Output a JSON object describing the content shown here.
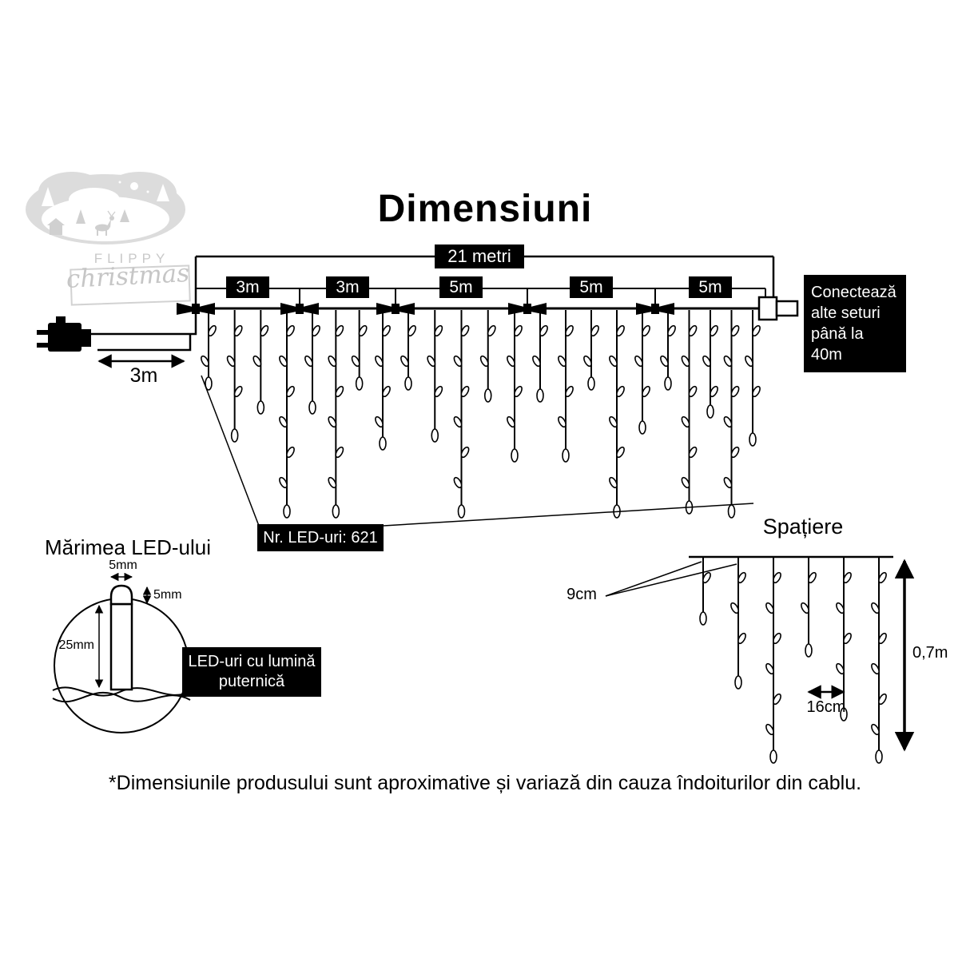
{
  "title": "Dimensiuni",
  "logo": {
    "line1": "FLIPPY",
    "line2": "christmas"
  },
  "diagram": {
    "total_length": "21 metri",
    "segments": [
      "3m",
      "3m",
      "5m",
      "5m",
      "5m"
    ],
    "lead_length": "3m",
    "connect_box": "Conectează\nalte seturi\npână la 40m",
    "led_count": "Nr. LED-uri: 621"
  },
  "led_size": {
    "heading": "Mărimea LED-ului",
    "width_label": "5mm",
    "cap_label": "5mm",
    "body_label": "25mm",
    "box_text": "LED-uri cu lumină\nputernică"
  },
  "spacing": {
    "heading": "Spațiere",
    "drop_spacing": "9cm",
    "led_spacing": "16cm",
    "drop_height": "0,7m"
  },
  "footnote": "*Dimensiunile produsului sunt aproximative și variază din cauza îndoiturilor din cablu."
}
